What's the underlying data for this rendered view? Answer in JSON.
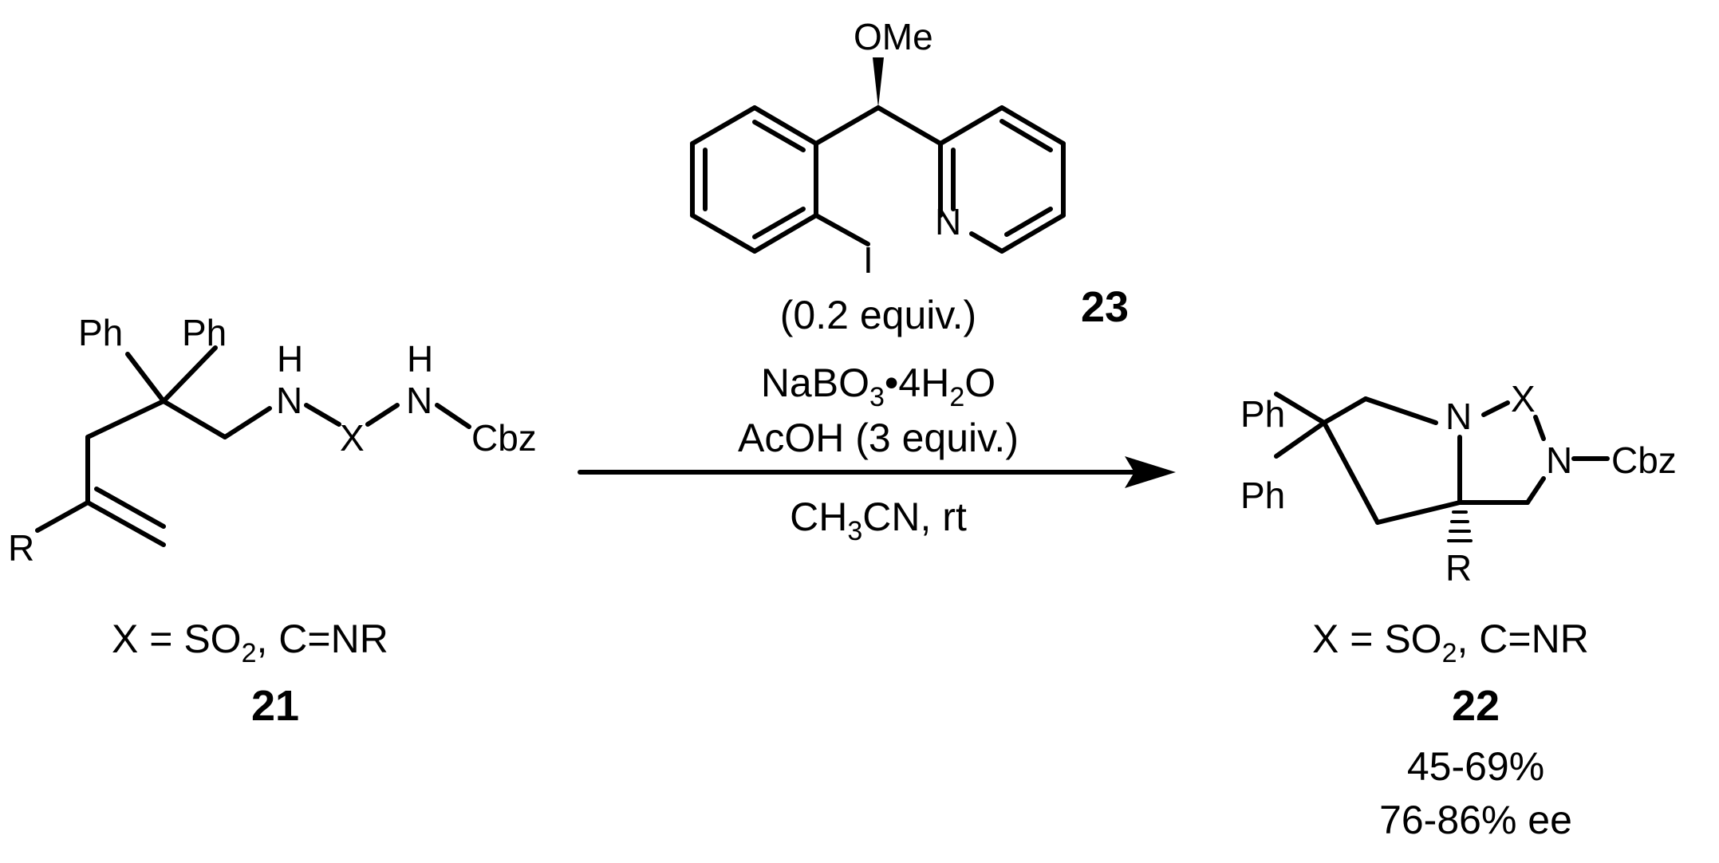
{
  "starting_material": {
    "atoms": {
      "ph1": "Ph",
      "ph2": "Ph",
      "h1": "H",
      "nh1": "N",
      "x": "X",
      "h2": "H",
      "nh2": "N",
      "cbz": "Cbz",
      "r": "R"
    },
    "x_def": {
      "prefix": "X = SO",
      "sub": "2",
      "suffix": ", C=NR"
    },
    "compound_number": "21"
  },
  "catalyst": {
    "ome": "OMe",
    "iodo": "I",
    "pyridine_n": "N",
    "loading": "(0.2 equiv.)",
    "compound_number": "23"
  },
  "conditions": {
    "oxidant": {
      "a": "NaBO",
      "sub1": "3",
      "b": "•4H",
      "sub2": "2",
      "c": "O"
    },
    "acid": "AcOH (3 equiv.)",
    "solvent": {
      "a": "CH",
      "sub": "3",
      "b": "CN, rt"
    }
  },
  "product": {
    "atoms": {
      "ph1": "Ph",
      "ph2": "Ph",
      "n1": "N",
      "x": "X",
      "n2": "N",
      "cbz": "Cbz",
      "r": "R"
    },
    "x_def": {
      "prefix": "X = SO",
      "sub": "2",
      "suffix": ", C=NR"
    },
    "compound_number": "22",
    "yield": "45-69%",
    "ee": "76-86% ee"
  }
}
